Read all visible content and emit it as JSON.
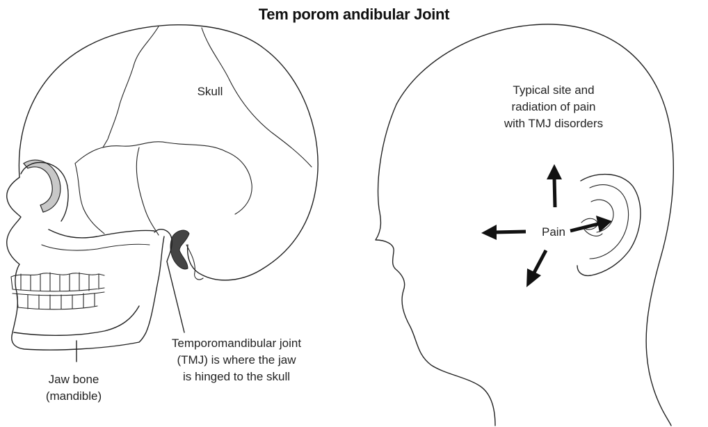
{
  "title": "Tem porom andibular Joint",
  "labels": {
    "skull": "Skull",
    "jaw_bone_line1": "Jaw bone",
    "jaw_bone_line2": "(mandible)",
    "tmj_line1": "Temporomandibular joint",
    "tmj_line2": "(TMJ) is where the jaw",
    "tmj_line3": "is hinged to the skull",
    "pain_site_line1": "Typical site and",
    "pain_site_line2": "radiation of pain",
    "pain_site_line3": "with TMJ disorders",
    "pain": "Pain"
  },
  "colors": {
    "line": "#222222",
    "joint_fill": "#444444",
    "orbit_highlight": "#c8c8c8",
    "background": "#ffffff"
  },
  "icons": [
    "arrow-up-icon",
    "arrow-left-icon",
    "arrow-down-left-icon",
    "arrow-right-icon"
  ]
}
